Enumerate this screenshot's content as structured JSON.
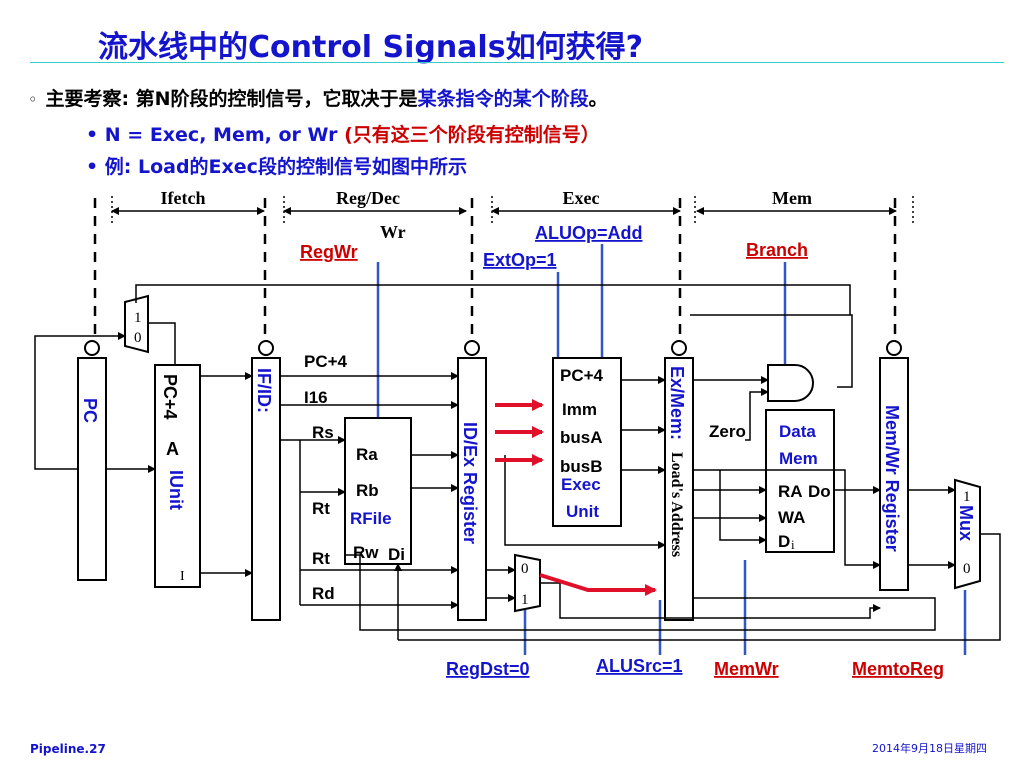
{
  "slide": {
    "title": "流水线中的Control Signals如何获得?",
    "bullet1_mark": "◦",
    "bullet1_black": "主要考察: 第N阶段的控制信号，它取决于是",
    "bullet1_blue": "某条指令的某个阶段",
    "bullet1_end": "。",
    "bullet2_blue": "N  =  Exec, Mem, or Wr ",
    "bullet2_red": "(只有这三个阶段有控制信号）",
    "bullet3": "例: Load的Exec段的控制信号如图中所示",
    "footer_left": "Pipeline.27",
    "footer_right": "2014年9月18日星期四"
  },
  "diagram": {
    "stages": [
      "Ifetch",
      "Reg/Dec",
      "Exec",
      "Mem"
    ],
    "wr_label": "Wr",
    "control_signals": {
      "regwr": "RegWr",
      "aluop": "ALUOp=Add",
      "extop": "ExtOp=1",
      "branch": "Branch",
      "regdst": "RegDst=0",
      "alusrc": "ALUSrc=1",
      "memwr": "MemWr",
      "memtoreg": "MemtoReg"
    },
    "pc_label": "PC",
    "iunit": {
      "pc4": "PC+4",
      "a": "A",
      "name": "IUnit",
      "i": "I"
    },
    "ifid_label": "IF/ID:",
    "idex_label": "ID/Ex Register",
    "exmem_label": "Ex/Mem: ",
    "exmem_sub": "Load's Address",
    "memwr_label": "Mem/Wr Register",
    "dec_labels": {
      "pc4": "PC+4",
      "i16": "I16",
      "rs": "Rs",
      "rt1": "Rt",
      "rt2": "Rt",
      "rd": "Rd"
    },
    "rfile": {
      "ra": "Ra",
      "rb": "Rb",
      "name": "RFile",
      "rw": "Rw",
      "di": "Di"
    },
    "exec_box": {
      "pc4": "PC+4",
      "imm": "Imm",
      "busa": "busA",
      "busb": "busB",
      "name1": "Exec",
      "name2": "Unit"
    },
    "zero_label": "Zero",
    "data_mem": {
      "name1": "Data",
      "name2": "Mem",
      "ra": "RA",
      "do": "Do",
      "wa": "WA",
      "d": "D",
      "i": "i"
    },
    "mux_pc": {
      "one": "1",
      "zero": "0"
    },
    "mux_dst": {
      "zero": "0",
      "one": "1"
    },
    "mux_wb": {
      "label": "Mux",
      "one": "1",
      "zero": "0"
    }
  },
  "colors": {
    "title": "#1414cc",
    "signal_red": "#cc0000",
    "signal_blue": "#1414cc",
    "arrow_red": "#e0102a",
    "control_line": "#3355cc"
  }
}
